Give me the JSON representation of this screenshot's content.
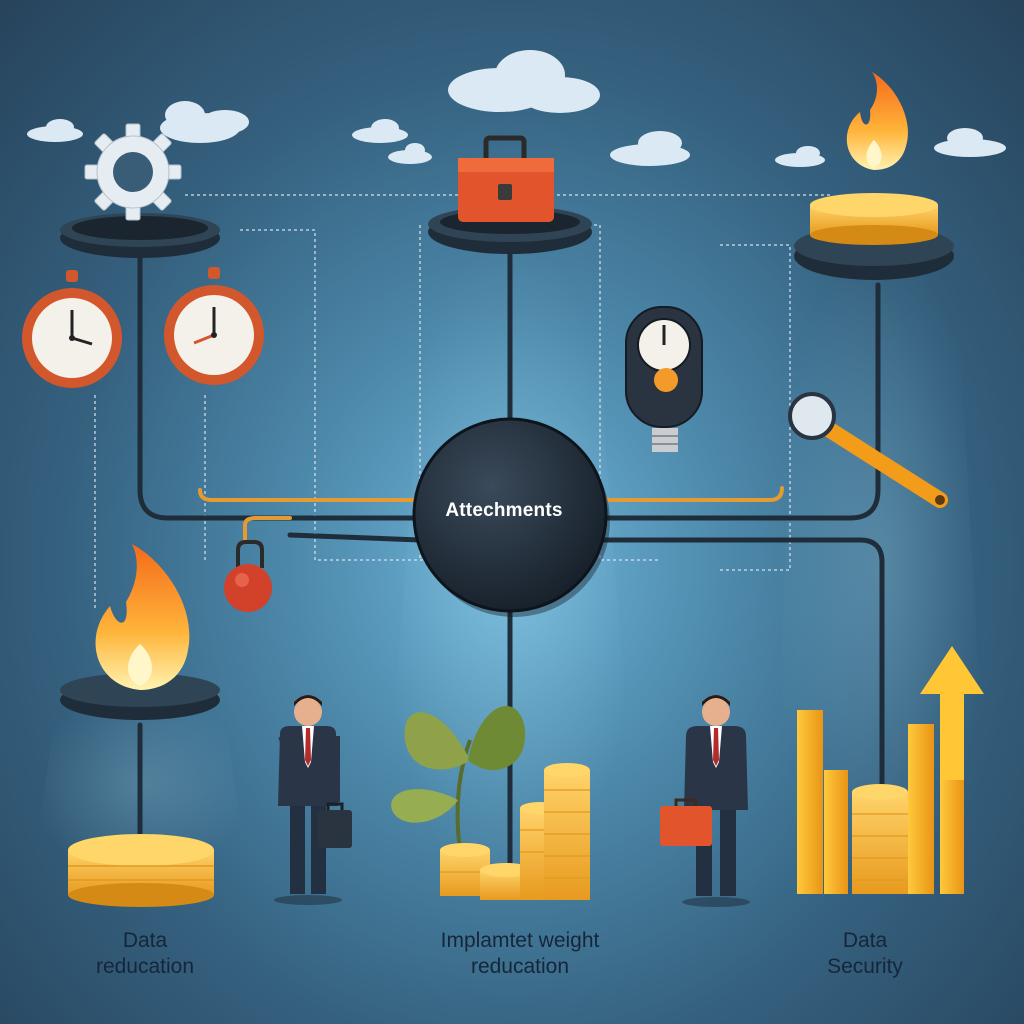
{
  "hub": {
    "label": "Attechments"
  },
  "captions": [
    {
      "line1": "Data",
      "line2": "reducation"
    },
    {
      "line1": "Implamtet weight",
      "line2": "reducation"
    },
    {
      "line1": "Data",
      "line2": "Security"
    }
  ],
  "icons": [
    "gear-icon",
    "toolbox-icon",
    "flame-icon",
    "coin-stack-icon",
    "stopwatch-icon",
    "pressure-gauge-icon",
    "magnifier-icon",
    "padlock-icon",
    "plant-icon",
    "businessman-icon",
    "briefcase-icon",
    "bar-chart-icon",
    "arrow-up-icon",
    "cloud-icon"
  ],
  "colors": {
    "background": "#35617f",
    "pipe": "#1f2d3a",
    "orange_pipe": "#e59a32",
    "coin": "#f4b43a",
    "flame": "#f58a1f",
    "toolbox": "#e2552c",
    "hub": "#1c2733"
  }
}
